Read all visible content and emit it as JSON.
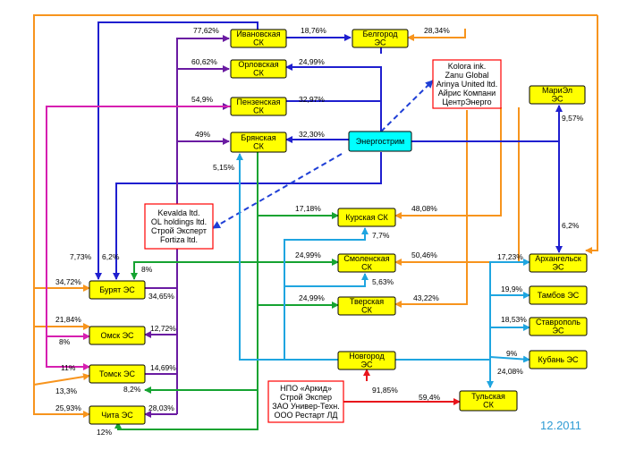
{
  "date": "12.2011",
  "colors": {
    "orange": "#f7941d",
    "blue": "#1f1fcf",
    "purple": "#6a1ba2",
    "magenta": "#d61fb0",
    "green": "#15a331",
    "cyan": "#1fa5e0",
    "red": "#e8141c",
    "dashblue": "#1f3fd6"
  },
  "nodes": {
    "ivanovo": [
      "Ивановская",
      "СК"
    ],
    "belgorod": [
      "Белгород",
      "ЭС"
    ],
    "orel": [
      "Орловская",
      "СК"
    ],
    "penza": [
      "Пензенская",
      "СК"
    ],
    "bryansk": [
      "Брянская",
      "СК"
    ],
    "energostrim": [
      "Энергострим"
    ],
    "kolora": [
      "Kolora ink.",
      "Zanu Global",
      "Arinya United ltd.",
      "Айрис Компани",
      "ЦентрЭнерго"
    ],
    "mariel": [
      "МариЭл",
      "ЭС"
    ],
    "kevalda": [
      "Kevalda ltd.",
      "OL holdings ltd.",
      "Строй Эксперт",
      "Fortiza ltd."
    ],
    "kursk": [
      "Курская СК"
    ],
    "smolensk": [
      "Смоленская",
      "СК"
    ],
    "tver": [
      "Тверская",
      "СК"
    ],
    "arkhangelsk": [
      "Архангельск",
      "ЭС"
    ],
    "tambov": [
      "Тамбов ЭС"
    ],
    "stavropol": [
      "Ставрополь",
      "ЭС"
    ],
    "kuban": [
      "Кубань ЭС"
    ],
    "buryat": [
      "Бурят ЭС"
    ],
    "omsk": [
      "Омск ЭС"
    ],
    "tomsk": [
      "Томск ЭС"
    ],
    "chita": [
      "Чита ЭС"
    ],
    "novgorod": [
      "Новгород",
      "ЭС"
    ],
    "npo": [
      "НПО «Аркид»",
      "Строй Экспер",
      "ЗАО Универ-Техн.",
      "ООО Рестарт ЛД"
    ],
    "tula": [
      "Тульская",
      "СК"
    ]
  },
  "edges": [
    {
      "id": "ivanovo-77",
      "label": "77,62%"
    },
    {
      "id": "ivanovo-belgorod",
      "label": "18,76%"
    },
    {
      "id": "belgorod-28",
      "label": "28,34%"
    },
    {
      "id": "orel-60",
      "label": "60,62%"
    },
    {
      "id": "orel-24",
      "label": "24,99%"
    },
    {
      "id": "penza-54",
      "label": "54,9%"
    },
    {
      "id": "penza-32",
      "label": "32,97%"
    },
    {
      "id": "bryansk-49",
      "label": "49%"
    },
    {
      "id": "bryansk-32",
      "label": "32,30%"
    },
    {
      "id": "mariel-957",
      "label": "9,57%"
    },
    {
      "id": "arkh-62",
      "label": "6,2%"
    },
    {
      "id": "buryat-515",
      "label": "5,15%"
    },
    {
      "id": "buryat-773",
      "label": "7,73%"
    },
    {
      "id": "buryat-62",
      "label": "6,2%"
    },
    {
      "id": "buryat-8",
      "label": "8%"
    },
    {
      "id": "buryat-3472",
      "label": "34,72%"
    },
    {
      "id": "buryat-3465",
      "label": "34,65%"
    },
    {
      "id": "kursk-1718",
      "label": "17,18%"
    },
    {
      "id": "kursk-4808",
      "label": "48,08%"
    },
    {
      "id": "kursk-77",
      "label": "7,7%"
    },
    {
      "id": "smol-2499",
      "label": "24,99%"
    },
    {
      "id": "smol-5046",
      "label": "50,46%"
    },
    {
      "id": "smol-563",
      "label": "5,63%"
    },
    {
      "id": "tver-2499",
      "label": "24,99%"
    },
    {
      "id": "tver-4322",
      "label": "43,22%"
    },
    {
      "id": "arkh-1723",
      "label": "17,23%"
    },
    {
      "id": "tambov-199",
      "label": "19,9%"
    },
    {
      "id": "stav-1853",
      "label": "18,53%"
    },
    {
      "id": "kuban-9",
      "label": "9%"
    },
    {
      "id": "tula-2408",
      "label": "24,08%"
    },
    {
      "id": "omsk-2184",
      "label": "21,84%"
    },
    {
      "id": "omsk-8",
      "label": "8%"
    },
    {
      "id": "omsk-1272",
      "label": "12,72%"
    },
    {
      "id": "tomsk-11",
      "label": "11%"
    },
    {
      "id": "tomsk-1469",
      "label": "14,69%"
    },
    {
      "id": "tomsk-133",
      "label": "13,3%"
    },
    {
      "id": "tomsk-82",
      "label": "8,2%"
    },
    {
      "id": "chita-2593",
      "label": "25,93%"
    },
    {
      "id": "chita-2803",
      "label": "28,03%"
    },
    {
      "id": "chita-12",
      "label": "12%"
    },
    {
      "id": "npo-9185",
      "label": "91,85%"
    },
    {
      "id": "npo-594",
      "label": "59,4%"
    }
  ]
}
